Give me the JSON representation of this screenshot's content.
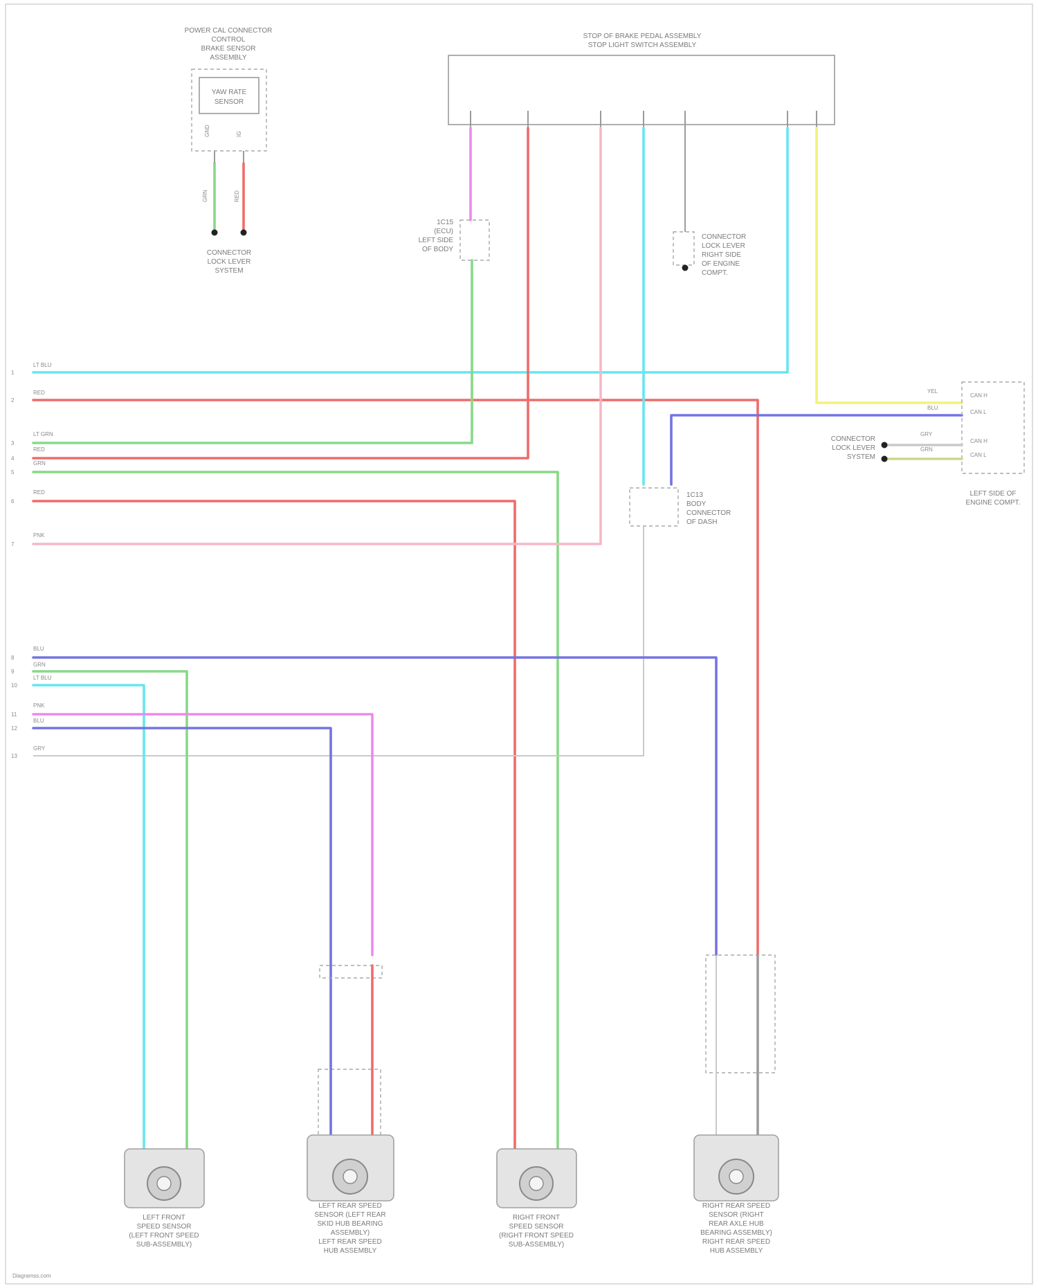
{
  "watermark": "Diagramss.com",
  "components": {
    "top_left_module": [
      "POWER CAL CONNECTOR",
      "CONTROL",
      "BRAKE SENSOR",
      "ASSEMBLY"
    ],
    "top_left_inner": [
      "YAW RATE",
      "SENSOR"
    ],
    "top_left_ground": [
      "CONNECTOR",
      "LOCK LEVER",
      "SYSTEM"
    ],
    "top_right_module": [
      "STOP OF BRAKE PEDAL ASSEMBLY",
      "STOP LIGHT SWITCH ASSEMBLY"
    ],
    "splice_left": [
      "1C15",
      "(ECU)",
      "LEFT SIDE",
      "OF BODY"
    ],
    "splice_mid_right": [
      "CONNECTOR",
      "LOCK LEVER",
      "RIGHT SIDE",
      "OF ENGINE",
      "COMPT."
    ],
    "splice_center": [
      "1C13",
      "BODY",
      "CONNECTOR",
      "OF DASH"
    ],
    "right_connector": [
      "LEFT SIDE OF",
      "ENGINE COMPT."
    ],
    "right_connector_left": [
      "CONNECTOR",
      "LOCK LEVER",
      "SYSTEM"
    ],
    "sensor_1": [
      "LEFT FRONT",
      "SPEED SENSOR",
      "(LEFT FRONT SPEED",
      "SUB-ASSEMBLY)"
    ],
    "sensor_2": [
      "LEFT REAR SPEED",
      "SENSOR (LEFT REAR",
      "SKID HUB BEARING",
      "ASSEMBLY)",
      "LEFT REAR SPEED",
      "HUB ASSEMBLY"
    ],
    "sensor_3": [
      "RIGHT FRONT",
      "SPEED SENSOR",
      "(RIGHT FRONT SPEED",
      "SUB-ASSEMBLY)"
    ],
    "sensor_4": [
      "RIGHT REAR SPEED",
      "SENSOR (RIGHT",
      "REAR AXLE HUB",
      "BEARING ASSEMBLY)",
      "RIGHT REAR SPEED",
      "HUB ASSEMBLY"
    ]
  },
  "wire_labels": {
    "left_ltblu": "LT BLU",
    "left_red_2": "RED",
    "left_ltgrn": "LT GRN",
    "left_red_4": "RED",
    "left_grn": "GRN",
    "left_red_6": "RED",
    "left_pnk": "PNK",
    "left_blu": "BLU",
    "left_grn2": "GRN",
    "left_ltblu2": "LT BLU",
    "left_pnk2": "PNK",
    "left_blu2": "BLU",
    "left_gry": "GRY",
    "right_yel": "YEL",
    "right_blu": "BLU",
    "right_gry": "GRY",
    "right_grn": "GRN",
    "top_l1": "GRN",
    "top_l2": "RED"
  },
  "pins_left": [
    "1",
    "2",
    "3",
    "4",
    "5",
    "6",
    "7",
    "8",
    "9",
    "10",
    "11",
    "12",
    "13"
  ],
  "right_pins": [
    "CAN H",
    "CAN L",
    "CAN H",
    "CAN L"
  ],
  "wire_colors": {
    "light_blue": "#66e6ee",
    "red": "#ee6b6b",
    "green": "#88d888",
    "magenta": "#ee88ee",
    "pink": "#f5b8c6",
    "blue": "#7474e0",
    "yellow": "#f2f27a",
    "gray": "#c9c9c9",
    "gray_dark": "#9c9c9c"
  }
}
